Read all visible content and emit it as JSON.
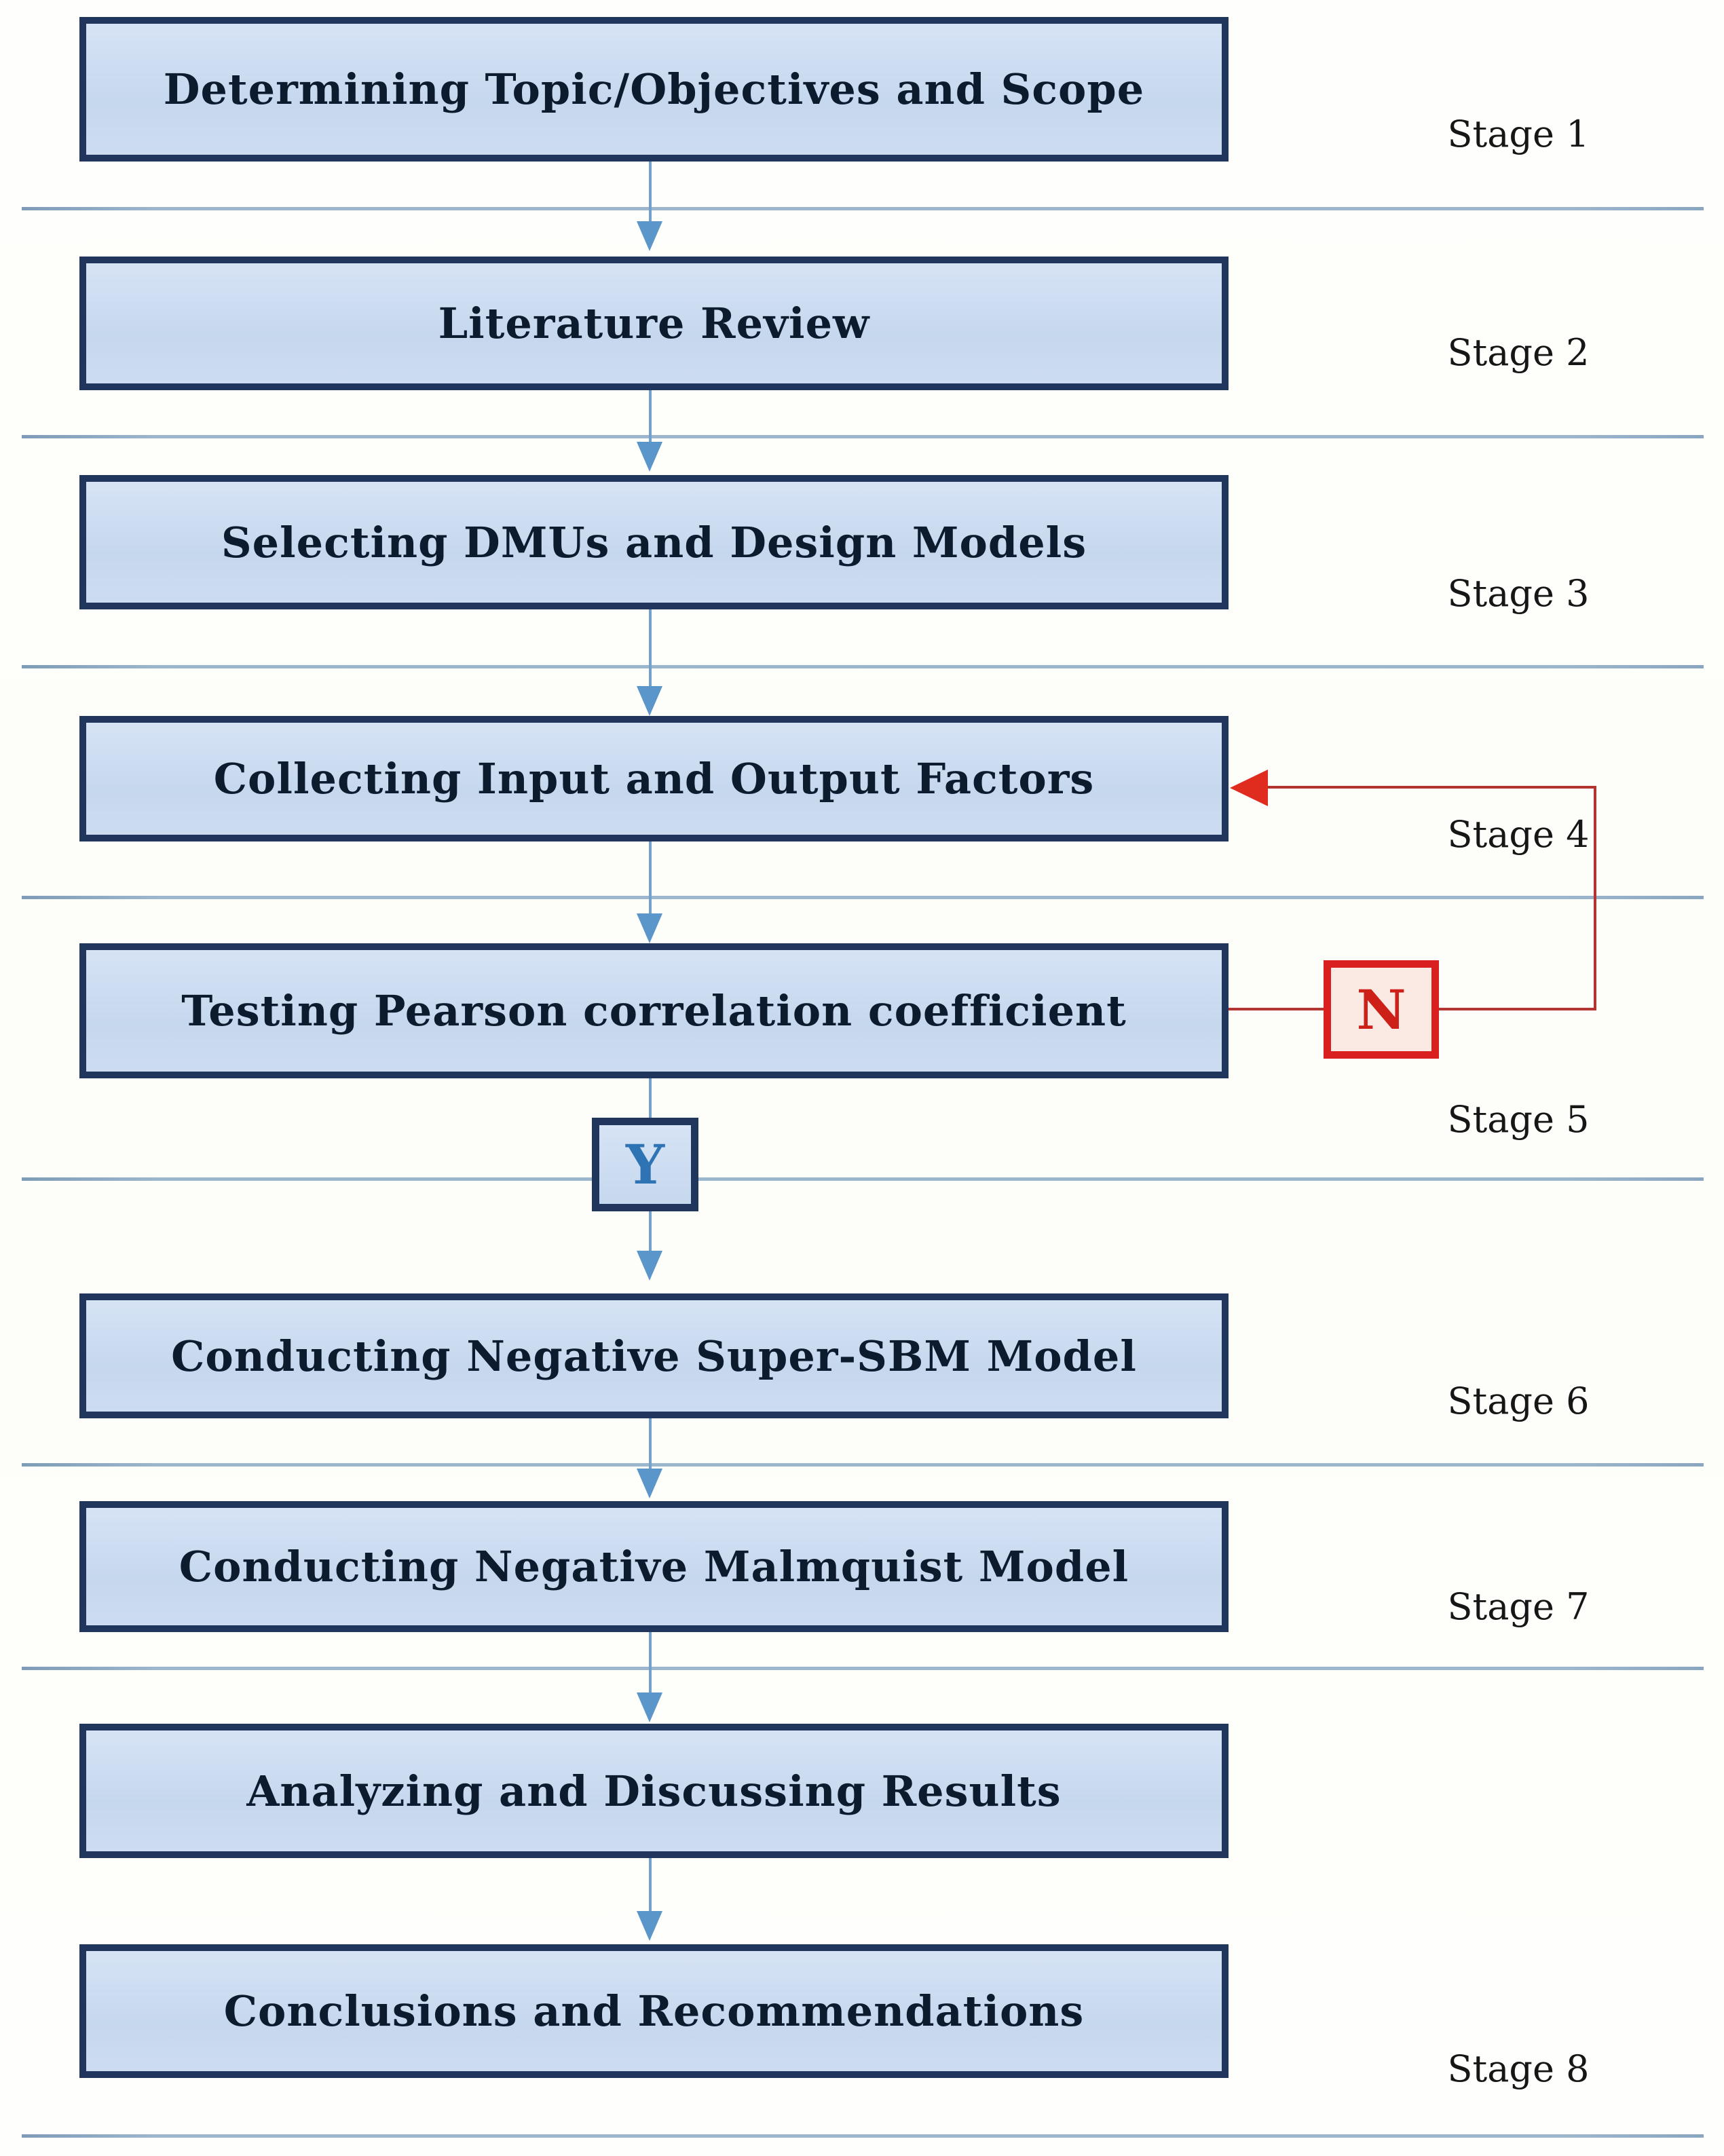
{
  "diagram": {
    "type": "flowchart",
    "boxes": [
      {
        "label": "Determining Topic/Objectives and Scope"
      },
      {
        "label": "Literature Review"
      },
      {
        "label": "Selecting DMUs and Design Models"
      },
      {
        "label": "Collecting Input and Output Factors"
      },
      {
        "label": "Testing Pearson correlation coefficient"
      },
      {
        "label": "Conducting Negative Super-SBM Model"
      },
      {
        "label": "Conducting Negative Malmquist Model"
      },
      {
        "label": "Analyzing and Discussing Results"
      },
      {
        "label": "Conclusions and Recommendations"
      }
    ],
    "stages": [
      "Stage 1",
      "Stage 2",
      "Stage 3",
      "Stage 4",
      "Stage 5",
      "Stage 6",
      "Stage 7",
      "Stage 8"
    ],
    "decision": {
      "yes_label": "Y",
      "no_label": "N"
    },
    "colors": {
      "box_fill": "#cbdcf0",
      "box_border": "#20365c",
      "box_text": "#0d1b2e",
      "arrow_blue": "#5b96cb",
      "divider": "#9cb6cd",
      "feedback_red": "#c42b23",
      "no_box_fill": "#fbeae3",
      "yes_letter": "#2e74b5",
      "stage_text": "#161616"
    }
  }
}
